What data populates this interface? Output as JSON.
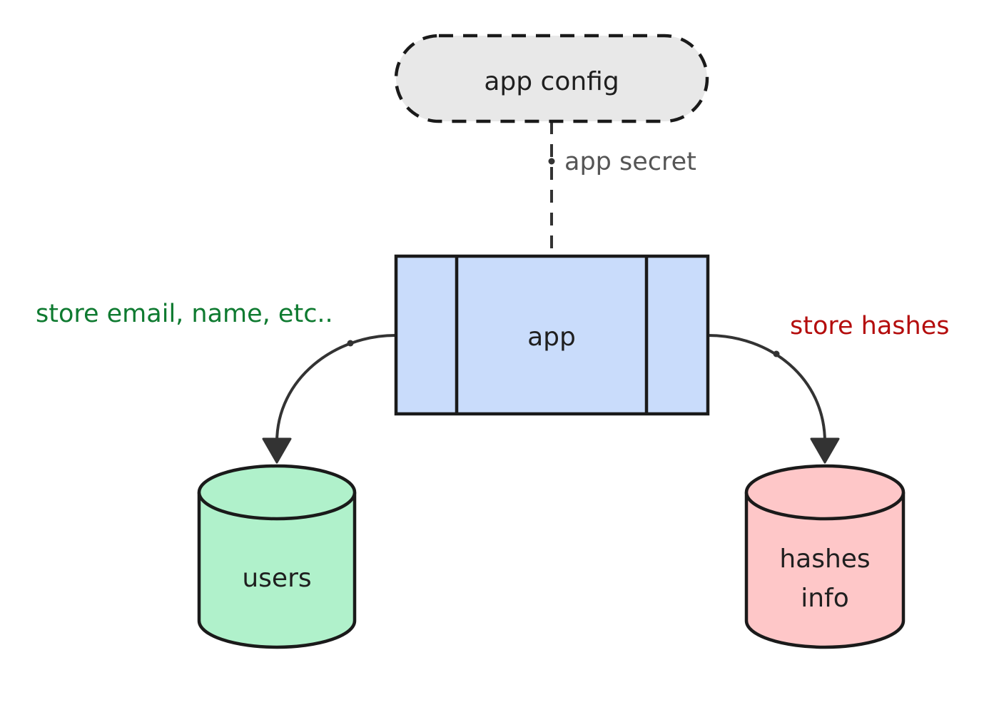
{
  "nodes": {
    "app_config": {
      "label": "app config",
      "fill": "#e8e8e8"
    },
    "app": {
      "label": "app",
      "fill": "#c9dcfb"
    },
    "users": {
      "label": "users",
      "fill": "#b0f1cb"
    },
    "hashes": {
      "label_line1": "hashes",
      "label_line2": "info",
      "fill": "#fec7c8"
    }
  },
  "edges": {
    "secret": {
      "label": "app secret",
      "color": "#555555"
    },
    "to_users": {
      "label": "store email, name, etc..",
      "color": "#0e7a30"
    },
    "to_hashes": {
      "label": "store hashes",
      "color": "#b40d0d"
    }
  },
  "stroke_color": "#1a1a1a",
  "edge_color": "#333333"
}
